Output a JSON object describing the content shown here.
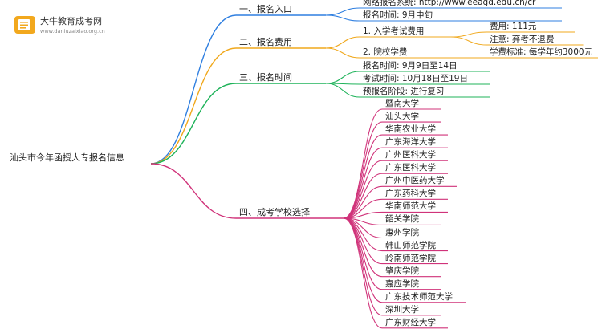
{
  "logo": {
    "title": "大牛教育成考网",
    "url": "www.daniuzaixiao.org.cn"
  },
  "root": "汕头市今年函授大专报名信息",
  "branches": [
    {
      "label": "一、报名入口",
      "color": "#2f7fe0",
      "items": [
        {
          "text": "网络报名系统: http://www.eeagd.edu.cn/cr"
        },
        {
          "text": "报名时间: 9月中旬"
        }
      ]
    },
    {
      "label": "二、报名费用",
      "color": "#f0a81c",
      "items": [
        {
          "text": "1. 入学考试费用",
          "children": [
            "费用: 111元",
            "注意: 弃考不退费"
          ]
        },
        {
          "text": "2. 院校学费",
          "children": [
            "学费标准: 每学年约3000元"
          ]
        }
      ]
    },
    {
      "label": "三、报名时间",
      "color": "#1fb35a",
      "items": [
        {
          "text": "报名时间: 9月9日至14日"
        },
        {
          "text": "考试时间: 10月18日至19日"
        },
        {
          "text": "预报名阶段: 进行复习"
        }
      ]
    },
    {
      "label": "四、成考学校选择",
      "color": "#d0337a",
      "items": [
        {
          "text": "暨南大学"
        },
        {
          "text": "汕头大学"
        },
        {
          "text": "华南农业大学"
        },
        {
          "text": "广东海洋大学"
        },
        {
          "text": "广州医科大学"
        },
        {
          "text": "广东医科大学"
        },
        {
          "text": "广州中医药大学"
        },
        {
          "text": "广东药科大学"
        },
        {
          "text": "华南师范大学"
        },
        {
          "text": "韶关学院"
        },
        {
          "text": "惠州学院"
        },
        {
          "text": "韩山师范学院"
        },
        {
          "text": "岭南师范学院"
        },
        {
          "text": "肇庆学院"
        },
        {
          "text": "嘉应学院"
        },
        {
          "text": "广东技术师范大学"
        },
        {
          "text": "深圳大学"
        },
        {
          "text": "广东财经大学"
        }
      ]
    }
  ]
}
